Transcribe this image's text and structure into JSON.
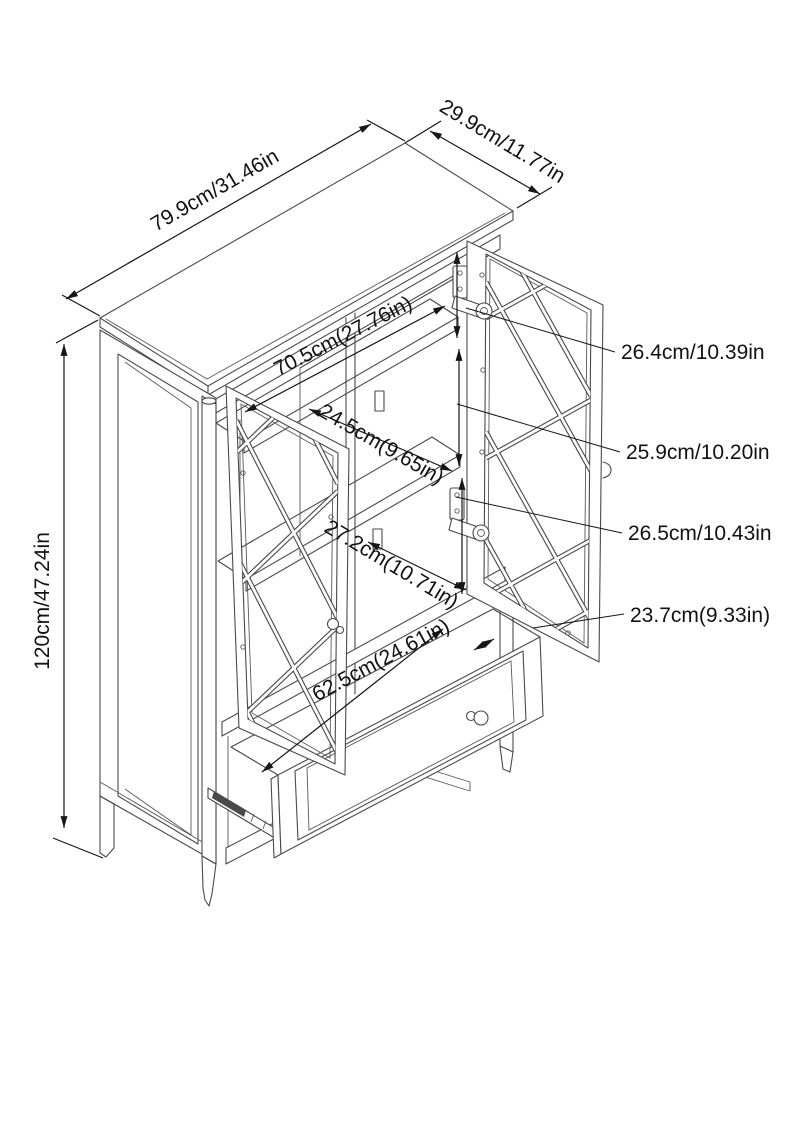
{
  "diagram": {
    "type": "isometric-furniture-dimension-drawing",
    "subject": "two glass-door cabinet with bottom drawer",
    "background_color": "#ffffff",
    "line_color": "#4a4a4a",
    "annotation_color": "#161616",
    "dimensions": {
      "top_width": {
        "cm": 79.9,
        "inches": 31.46,
        "label": "79.9cm/31.46in"
      },
      "top_depth": {
        "cm": 29.9,
        "inches": 11.77,
        "label": "29.9cm/11.77in"
      },
      "overall_height": {
        "cm": 120,
        "inches": 47.24,
        "label": "120cm/47.24in"
      },
      "interior_width": {
        "cm": 70.5,
        "inches": 27.76,
        "label": "70.5cm(27.76in)"
      },
      "interior_depth": {
        "cm": 24.5,
        "inches": 9.65,
        "label": "24.5cm(9.65in)"
      },
      "top_shelf_clearance": {
        "cm": 26.4,
        "inches": 10.39,
        "label": "26.4cm/10.39in"
      },
      "middle_shelf_clearance": {
        "cm": 25.9,
        "inches": 10.2,
        "label": "25.9cm/10.20in"
      },
      "bottom_shelf_clearance": {
        "cm": 26.5,
        "inches": 10.43,
        "label": "26.5cm/10.43in"
      },
      "door_width": {
        "cm": 23.7,
        "inches": 9.33,
        "label": "23.7cm(9.33in)"
      },
      "drawer_height": {
        "cm": 27.2,
        "inches": 10.71,
        "label": "27.2cm(10.71in)"
      },
      "drawer_width": {
        "cm": 62.5,
        "inches": 24.61,
        "label": "62.5cm(24.61in)"
      }
    }
  }
}
